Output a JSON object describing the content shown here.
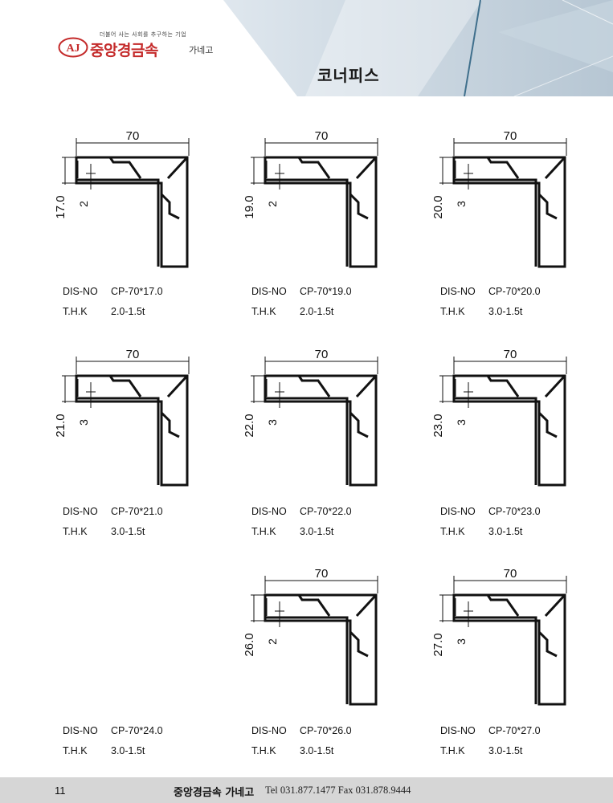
{
  "header": {
    "tagline": "더불어 사는 사회를 추구하는 기업",
    "logo_mark": "AJ",
    "company_name": "중앙경금속",
    "company_suffix": "가네고",
    "page_title": "코너피스"
  },
  "profiles": [
    {
      "width_label": "70",
      "height_label": "17.0",
      "thickness_label": "2",
      "dis_no_label": "DIS-NO",
      "dis_no": "CP-70*17.0",
      "thk_label": "T.H.K",
      "thk": "2.0-1.5t"
    },
    {
      "width_label": "70",
      "height_label": "19.0",
      "thickness_label": "2",
      "dis_no_label": "DIS-NO",
      "dis_no": "CP-70*19.0",
      "thk_label": "T.H.K",
      "thk": "2.0-1.5t"
    },
    {
      "width_label": "70",
      "height_label": "20.0",
      "thickness_label": "3",
      "dis_no_label": "DIS-NO",
      "dis_no": "CP-70*20.0",
      "thk_label": "T.H.K",
      "thk": "3.0-1.5t"
    },
    {
      "width_label": "70",
      "height_label": "21.0",
      "thickness_label": "3",
      "dis_no_label": "DIS-NO",
      "dis_no": "CP-70*21.0",
      "thk_label": "T.H.K",
      "thk": "3.0-1.5t"
    },
    {
      "width_label": "70",
      "height_label": "22.0",
      "thickness_label": "3",
      "dis_no_label": "DIS-NO",
      "dis_no": "CP-70*22.0",
      "thk_label": "T.H.K",
      "thk": "3.0-1.5t"
    },
    {
      "width_label": "70",
      "height_label": "23.0",
      "thickness_label": "3",
      "dis_no_label": "DIS-NO",
      "dis_no": "CP-70*23.0",
      "thk_label": "T.H.K",
      "thk": "3.0-1.5t"
    },
    {
      "dis_no_label": "DIS-NO",
      "dis_no": "CP-70*24.0",
      "thk_label": "T.H.K",
      "thk": "3.0-1.5t"
    },
    {
      "width_label": "70",
      "height_label": "26.0",
      "thickness_label": "2",
      "dis_no_label": "DIS-NO",
      "dis_no": "CP-70*26.0",
      "thk_label": "T.H.K",
      "thk": "3.0-1.5t"
    },
    {
      "width_label": "70",
      "height_label": "27.0",
      "thickness_label": "3",
      "dis_no_label": "DIS-NO",
      "dis_no": "CP-70*27.0",
      "thk_label": "T.H.K",
      "thk": "3.0-1.5t"
    }
  ],
  "footer": {
    "page_number": "11",
    "company": "중앙경금속 가네고",
    "contact": "Tel 031.877.1477  Fax 031.878.9444"
  }
}
